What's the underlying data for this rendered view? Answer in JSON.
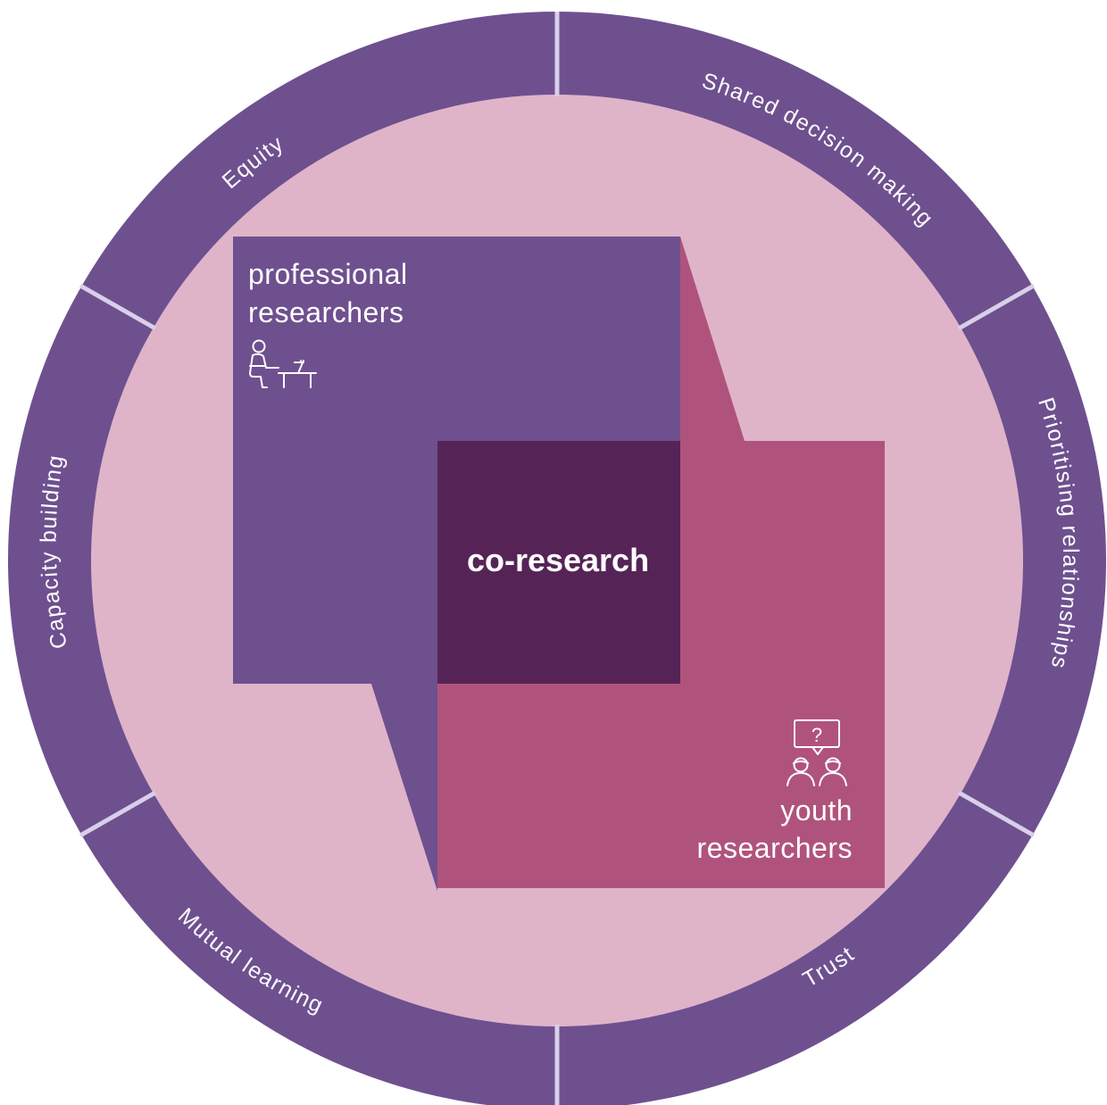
{
  "diagram": {
    "center": "co-research",
    "professional": {
      "line1": "professional",
      "line2": "researchers",
      "icon": "person-at-desk-icon"
    },
    "youth": {
      "line1": "youth",
      "line2": "researchers",
      "icon": "question-conversation-icon"
    },
    "icon_question_mark": "?",
    "ring_segments": [
      "Shared decision making",
      "Prioritising relationships",
      "Trust",
      "Mutual learning",
      "Capacity building",
      "Equity"
    ],
    "colors": {
      "ring": "#6e508f",
      "inner": "#dfb4c9",
      "divider": "#d9cfe9",
      "professional_box": "#6e508f",
      "youth_box": "#b0537c",
      "overlap": "#562357"
    }
  }
}
